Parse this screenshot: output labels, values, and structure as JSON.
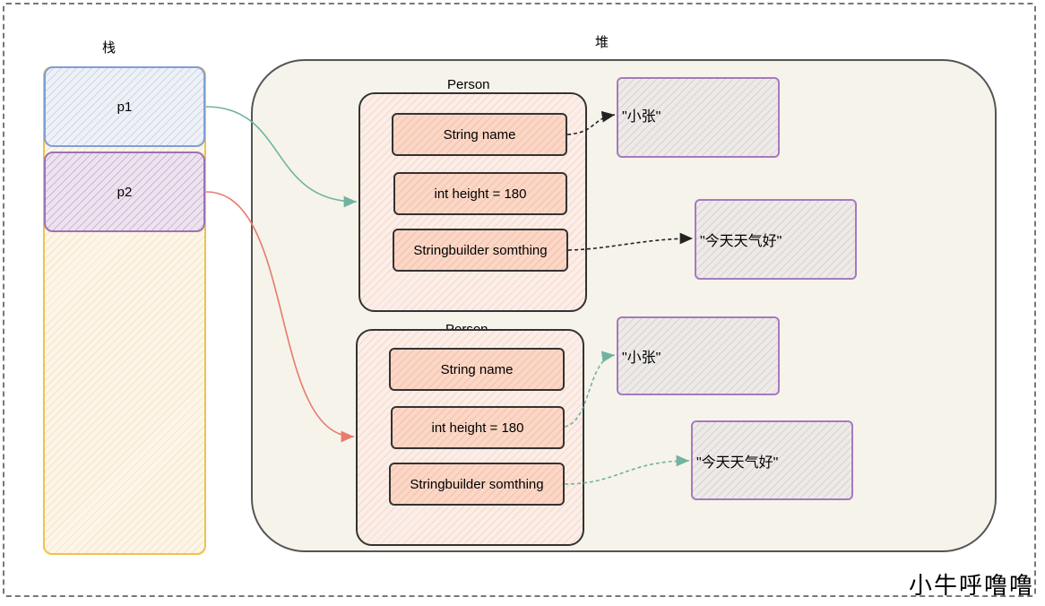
{
  "stack": {
    "title": "栈",
    "slots": [
      "p1",
      "p2"
    ]
  },
  "heap": {
    "title": "堆",
    "objects": [
      {
        "class_name": "Person",
        "fields": [
          "String name",
          "int height = 180",
          "Stringbuilder somthing"
        ]
      },
      {
        "class_name": "Person",
        "fields": [
          "String name",
          "int height = 180",
          "Stringbuilder somthing"
        ]
      }
    ],
    "strings": [
      "\"小张\"",
      "\"今天天气好\"",
      "\"小张\"",
      "\"今天天气好\""
    ]
  },
  "watermark": "小牛呼噜噜",
  "colors": {
    "p1_arrow": "#6fb3a0",
    "p2_arrow": "#e87a6e",
    "black_arrow": "#222222",
    "green_arrow": "#6fb3a0"
  }
}
